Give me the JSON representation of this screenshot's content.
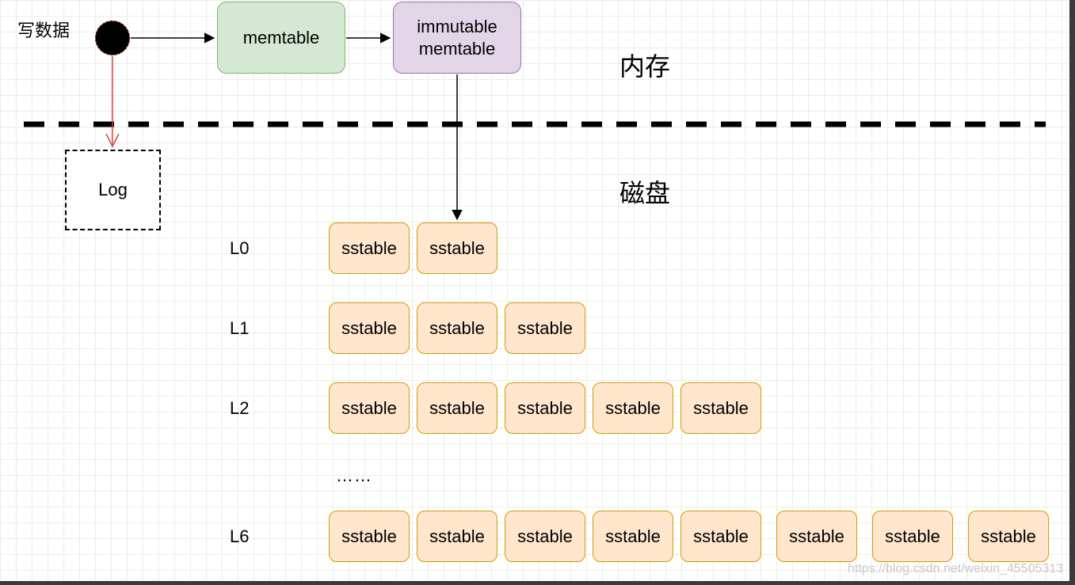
{
  "write_label": "写数据",
  "memory_label": "内存",
  "disk_label": "磁盘",
  "memtable_label": "memtable",
  "immutable_label": "immutable\nmemtable",
  "log_label": "Log",
  "ellipsis": "……",
  "levels": [
    {
      "label": "L0",
      "sstables": [
        "sstable",
        "sstable"
      ]
    },
    {
      "label": "L1",
      "sstables": [
        "sstable",
        "sstable",
        "sstable"
      ]
    },
    {
      "label": "L2",
      "sstables": [
        "sstable",
        "sstable",
        "sstable",
        "sstable",
        "sstable"
      ]
    },
    {
      "label": "L6",
      "sstables": [
        "sstable",
        "sstable",
        "sstable",
        "sstable",
        "sstable",
        "sstable",
        "sstable",
        "sstable"
      ]
    }
  ],
  "watermark": "https://blog.csdn.net/weixin_45505313",
  "colors": {
    "memtable_fill": "#d5e8d4",
    "memtable_stroke": "#82b366",
    "immutable_fill": "#e1d5e7",
    "immutable_stroke": "#9673a6",
    "sstable_fill": "#ffe6cc",
    "sstable_stroke": "#d79b00",
    "log_arrow": "#d04a3b"
  }
}
